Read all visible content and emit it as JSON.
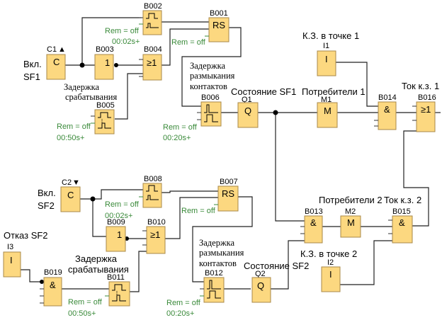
{
  "colors": {
    "block_fill": "#fcd880",
    "param_text": "#3a8a3a",
    "wire": "#222222"
  },
  "blocks": {
    "C1": {
      "id": "C1",
      "arrow": "▲",
      "symbol": "C"
    },
    "C2": {
      "id": "C2",
      "arrow": "▼",
      "symbol": "C"
    },
    "B001": {
      "id": "B001",
      "symbol": "RS",
      "rem": "Rem = off"
    },
    "B002": {
      "id": "B002",
      "type": "pulse-timer",
      "rem": "Rem = off",
      "time": "00:02s+"
    },
    "B003": {
      "id": "B003",
      "symbol": "1"
    },
    "B004": {
      "id": "B004",
      "symbol": "≥1"
    },
    "B005": {
      "id": "B005",
      "type": "on-delay",
      "rem": "Rem = off",
      "time": "00:50s+"
    },
    "B006": {
      "id": "B006",
      "type": "off-delay",
      "rem": "Rem = off",
      "time": "00:20s+"
    },
    "Q1": {
      "id": "Q1",
      "symbol": "Q"
    },
    "I1": {
      "id": "I1",
      "symbol": "I"
    },
    "M1": {
      "id": "M1",
      "symbol": "M"
    },
    "B014": {
      "id": "B014",
      "symbol": "&"
    },
    "B016": {
      "id": "B016",
      "symbol": "≥1"
    },
    "B007": {
      "id": "B007",
      "symbol": "RS",
      "rem": "Rem = off"
    },
    "B008": {
      "id": "B008",
      "type": "pulse-timer",
      "rem": "Rem = off",
      "time": "00:02s+"
    },
    "B009": {
      "id": "B009",
      "symbol": "1"
    },
    "B010": {
      "id": "B010",
      "symbol": "≥1"
    },
    "B011": {
      "id": "B011",
      "type": "on-delay",
      "rem": "Rem = off",
      "time": "00:50s+"
    },
    "B012": {
      "id": "B012",
      "type": "off-delay",
      "rem": "Rem = off",
      "time": "00:20s+"
    },
    "Q2": {
      "id": "Q2",
      "symbol": "Q"
    },
    "I3": {
      "id": "I3",
      "symbol": "I"
    },
    "B019": {
      "id": "B019",
      "symbol": "&"
    },
    "B013": {
      "id": "B013",
      "symbol": "&"
    },
    "M2": {
      "id": "M2",
      "symbol": "M"
    },
    "B015": {
      "id": "B015",
      "symbol": "&"
    },
    "I2": {
      "id": "I2",
      "symbol": "I"
    }
  },
  "captions": {
    "vkl_sf1_line1": "Вкл.",
    "vkl_sf1_line2": "SF1",
    "vkl_sf2_line1": "Вкл.",
    "vkl_sf2_line2": "SF2",
    "delay_on_1_line1": "Задержка",
    "delay_on_1_line2": "срабатывания",
    "delay_off_1_line1": "Задержка",
    "delay_off_1_line2": "размыкания",
    "delay_off_1_line3": "контактов",
    "state_sf1": "Состояние SF1",
    "consumers_1": "Потребители 1",
    "short_point_1": "К.З. в точке 1",
    "short_current_1": "Ток к.з. 1",
    "fail_sf2": "Отказ SF2",
    "delay_on_2_line1": "Задержка",
    "delay_on_2_line2": "срабатывания",
    "delay_off_2_line1": "Задержка",
    "delay_off_2_line2": "размыкания",
    "delay_off_2_line3": "контактов",
    "state_sf2": "Состояние SF2",
    "consumers_2": "Потребители 2",
    "short_current_2": "Ток к.з. 2",
    "short_point_2": "К.З. в точке 2"
  }
}
